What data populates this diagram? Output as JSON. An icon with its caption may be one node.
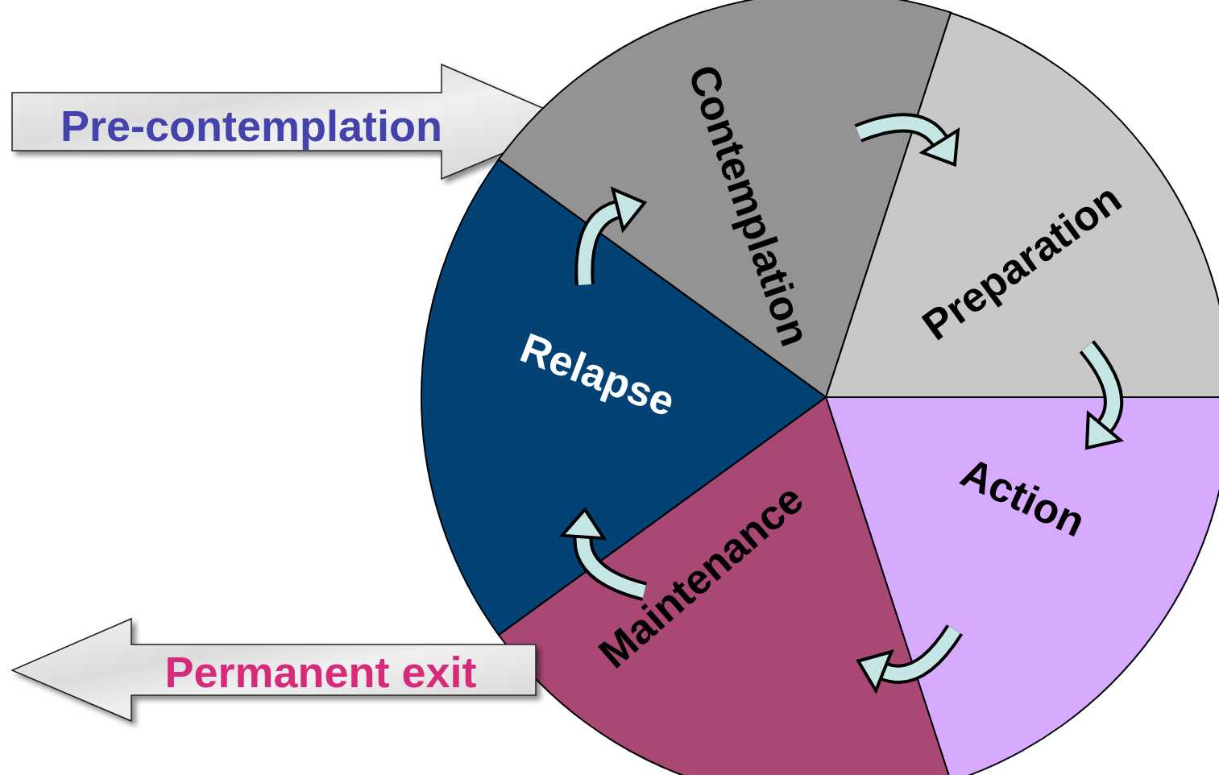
{
  "diagram": {
    "nodes": [
      {
        "text": [
          "Pre-contemplation"
        ]
      },
      {
        "text": [
          "Contemplation"
        ]
      },
      {
        "text": [
          "Preparation"
        ]
      },
      {
        "text": [
          "Action"
        ]
      },
      {
        "text": [
          "Maintenance"
        ]
      },
      {
        "text": [
          "Relapse"
        ]
      },
      {
        "text": [
          "Permanent exit"
        ]
      }
    ],
    "edges": [
      {
        "from": 1,
        "to": 2,
        "arrow": "to"
      },
      {
        "from": 2,
        "to": 3,
        "arrow": "to"
      },
      {
        "from": 3,
        "to": 4,
        "arrow": "to"
      },
      {
        "from": 4,
        "to": 5,
        "arrow": "to"
      },
      {
        "from": 5,
        "to": 1,
        "arrow": "to"
      }
    ]
  }
}
